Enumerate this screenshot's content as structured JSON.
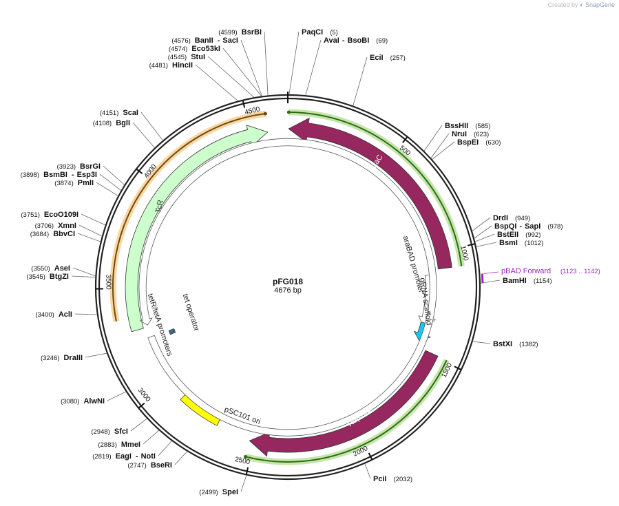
{
  "app": {
    "credit_prefix": "Created by",
    "credit_brand": "SnapGene"
  },
  "plasmid": {
    "name": "pFG018",
    "length_label": "4676 bp",
    "length": 4676
  },
  "ticks": [
    500,
    1000,
    1500,
    2000,
    2500,
    3000,
    3500,
    4000,
    4500
  ],
  "features": [
    {
      "name": "araC",
      "start": 1080,
      "end": 4,
      "strand": -1,
      "color": "#96285f",
      "kind": "arrow"
    },
    {
      "name": "araBAD promoter",
      "start": 1106,
      "end": 1390,
      "strand": 1,
      "color": "#ffffff",
      "kind": "arrow"
    },
    {
      "name": "gRNA scaffold",
      "start": 1360,
      "end": 1460,
      "strand": 1,
      "color": "#18c8ee",
      "kind": "arrow"
    },
    {
      "name": "Rep101",
      "start": 1490,
      "end": 2520,
      "strand": 1,
      "color": "#96285f",
      "kind": "arrow"
    },
    {
      "name": "pSC101 ori",
      "start": 2690,
      "end": 2905,
      "strand": 1,
      "color": "#ffff00",
      "kind": "box"
    },
    {
      "name": "TcR",
      "start": 3300,
      "end": 4580,
      "strand": 1,
      "color": "#ccffcc",
      "kind": "arrow"
    },
    {
      "name": "tetR/tetA promoters",
      "start": 3248,
      "end": 3310,
      "strand": -1,
      "color": "#ffffff",
      "kind": "arrow"
    },
    {
      "name": "tet operator",
      "start": 3222,
      "end": 3246,
      "strand": 1,
      "color": "#3c6e8c",
      "kind": "box"
    }
  ],
  "primer": {
    "name": "pBAD Forward",
    "range": "(1123 .. 1142)"
  },
  "enzymes": [
    {
      "name": "PaqCI",
      "pos": "(5)"
    },
    {
      "name": "AvaI",
      "name2": "BsoBI",
      "pos": "(69)"
    },
    {
      "name": "EciI",
      "pos": "(257)"
    },
    {
      "name": "BssHII",
      "pos": "(585)"
    },
    {
      "name": "NruI",
      "pos": "(623)"
    },
    {
      "name": "BspEI",
      "pos": "(630)"
    },
    {
      "name": "DrdI",
      "pos": "(949)"
    },
    {
      "name": "BspQI",
      "name2": "SapI",
      "pos": "(978)"
    },
    {
      "name": "BstEII",
      "pos": "(992)"
    },
    {
      "name": "BsmI",
      "pos": "(1012)"
    },
    {
      "name": "BamHI",
      "pos": "(1154)"
    },
    {
      "name": "BstXI",
      "pos": "(1382)"
    },
    {
      "name": "PciI",
      "pos": "(2032)"
    },
    {
      "name": "SpeI",
      "pos": "(2499)"
    },
    {
      "name": "BseRI",
      "pos": "(2747)"
    },
    {
      "name": "EagI",
      "name2": "NotI",
      "pos": "(2819)"
    },
    {
      "name": "MmeI",
      "pos": "(2883)"
    },
    {
      "name": "SfcI",
      "pos": "(2948)"
    },
    {
      "name": "AlwNI",
      "pos": "(3080)"
    },
    {
      "name": "DraIII",
      "pos": "(3246)"
    },
    {
      "name": "AclI",
      "pos": "(3400)"
    },
    {
      "name": "BtgZI",
      "pos": "(3545)"
    },
    {
      "name": "AseI",
      "pos": "(3550)"
    },
    {
      "name": "BbvCI",
      "pos": "(3684)"
    },
    {
      "name": "XmnI",
      "pos": "(3706)"
    },
    {
      "name": "EcoO109I",
      "pos": "(3751)"
    },
    {
      "name": "PmlI",
      "pos": "(3874)"
    },
    {
      "name": "BsmBI",
      "name2": "Esp3I",
      "pos": "(3898)"
    },
    {
      "name": "BsrGI",
      "pos": "(3923)"
    },
    {
      "name": "BglI",
      "pos": "(4108)"
    },
    {
      "name": "ScaI",
      "pos": "(4151)"
    },
    {
      "name": "HincII",
      "pos": "(4481)"
    },
    {
      "name": "StuI",
      "pos": "(4545)"
    },
    {
      "name": "Eco53kI",
      "pos": "(4574)"
    },
    {
      "name": "BanII",
      "name2": "SacI",
      "pos": "(4576)"
    },
    {
      "name": "BsrBI",
      "pos": "(4599)"
    }
  ]
}
